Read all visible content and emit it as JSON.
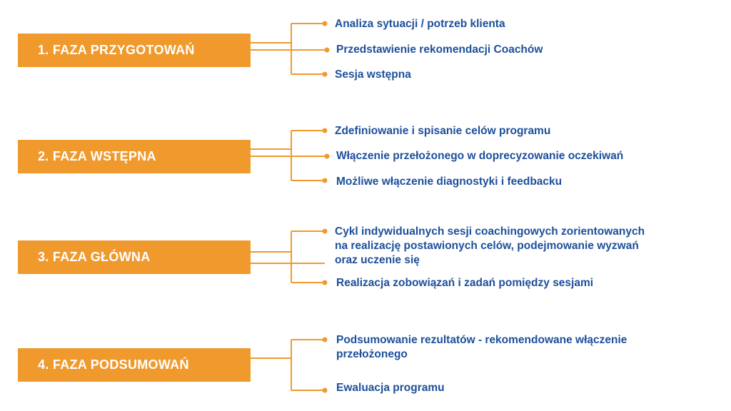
{
  "colors": {
    "accent": "#f0992d",
    "text": "#1d4f9b",
    "box_text": "#ffffff",
    "background": "#ffffff"
  },
  "phases": [
    {
      "label": "1. FAZA PRZYGOTOWAŃ",
      "items": [
        "Analiza sytuacji / potrzeb klienta",
        "Przedstawienie rekomendacji Coachów",
        "Sesja wstępna"
      ]
    },
    {
      "label": "2. FAZA WSTĘPNA",
      "items": [
        "Zdefiniowanie i spisanie celów programu",
        "Włączenie przełożonego w doprecyzowanie oczekiwań",
        "Możliwe włączenie diagnostyki i feedbacku"
      ]
    },
    {
      "label": "3. FAZA GŁÓWNA",
      "items": [
        "Cykl indywidualnych sesji coachingowych zorientowanych\nna realizację postawionych celów, podejmowanie wyzwań\noraz uczenie się",
        "Realizacja zobowiązań i zadań pomiędzy sesjami"
      ]
    },
    {
      "label": "4. FAZA PODSUMOWAŃ",
      "items": [
        "Podsumowanie rezultatów - rekomendowane włączenie\nprzełożonego",
        "Ewaluacja programu"
      ]
    }
  ]
}
